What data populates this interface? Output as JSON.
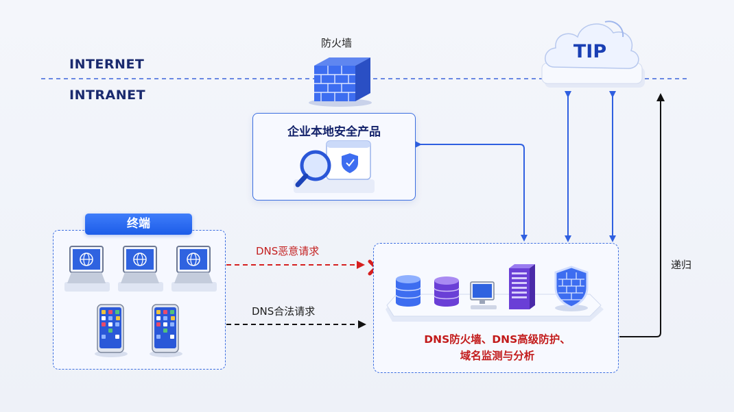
{
  "labels": {
    "internet": "INTERNET",
    "intranet": "INTRANET",
    "firewall": "防火墙",
    "local_security": "企业本地安全产品",
    "terminal": "终端",
    "malicious_request": "DNS恶意请求",
    "legit_request": "DNS合法请求",
    "dns_line1": "DNS防火墙、DNS高级防护、",
    "dns_line2": "域名监测与分析",
    "tip": "TIP",
    "recursion": "递归"
  },
  "colors": {
    "accent_blue": "#2f5fe0",
    "dark_navy": "#13226a",
    "alert_red": "#d61f1f",
    "dark_text": "#1e1e1e"
  },
  "icons": [
    "brick-firewall-icon",
    "cloud-tip-icon",
    "magnifier-shield-icon",
    "laptop-globe-icon",
    "smartphone-icon",
    "blocked-x-icon",
    "database-blue-icon",
    "database-purple-icon",
    "desktop-pc-icon",
    "server-rack-icon",
    "security-shield-icon"
  ]
}
